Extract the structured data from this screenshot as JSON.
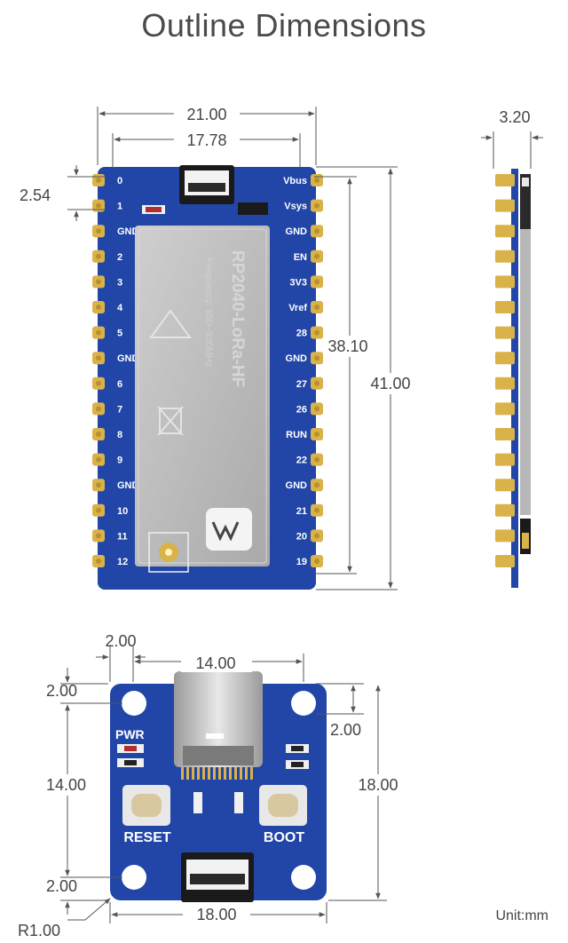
{
  "title": "Outline Dimensions",
  "unit": "Unit:mm",
  "main_board": {
    "width": "21.00",
    "hole_span": "17.78",
    "pin_pitch": "2.54",
    "pin_span": "38.10",
    "length": "41.00",
    "module_label": "RP2040-LoRa-HF",
    "module_sub": "Frequency: 850~930MHz",
    "left_pins": [
      "0",
      "1",
      "GND",
      "2",
      "3",
      "4",
      "5",
      "GND",
      "6",
      "7",
      "8",
      "9",
      "GND",
      "10",
      "11",
      "12"
    ],
    "right_pins": [
      "Vbus",
      "Vsys",
      "GND",
      "EN",
      "3V3",
      "Vref",
      "28",
      "GND",
      "27",
      "26",
      "RUN",
      "22",
      "GND",
      "21",
      "20",
      "19"
    ]
  },
  "side_view": {
    "thickness": "3.20"
  },
  "adapter_board": {
    "edge_offset": "2.00",
    "hole_span_x": "14.00",
    "top_left_offset": "2.00",
    "top_right_offset": "2.00",
    "hole_span_y": "14.00",
    "height": "18.00",
    "bottom_offset": "2.00",
    "width": "18.00",
    "corner_radius": "R1.00",
    "pwr_label": "PWR",
    "reset_label": "RESET",
    "boot_label": "BOOT"
  },
  "colors": {
    "pcb": "#2146a8",
    "gold": "#d9b24a",
    "shield": "#bcbcbc"
  }
}
